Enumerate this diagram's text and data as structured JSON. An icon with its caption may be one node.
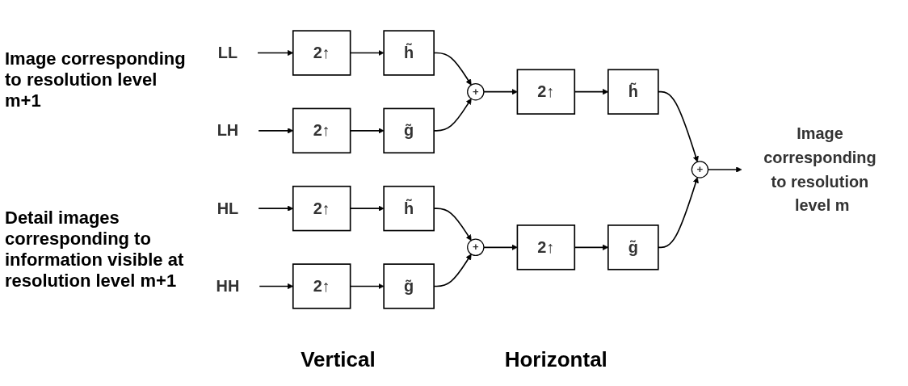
{
  "diagram": {
    "nodes": [
      {
        "text": [
          "LL"
        ]
      },
      {
        "text": [
          "LH"
        ]
      },
      {
        "text": [
          "HL"
        ]
      },
      {
        "text": [
          "HH"
        ]
      },
      {
        "text": [
          "2↑"
        ]
      },
      {
        "text": [
          "h̃"
        ]
      },
      {
        "text": [
          "2↑"
        ]
      },
      {
        "text": [
          "g̃"
        ]
      },
      {
        "text": [
          "2↑"
        ]
      },
      {
        "text": [
          "h̃"
        ]
      },
      {
        "text": [
          "2↑"
        ]
      },
      {
        "text": [
          "g̃"
        ]
      },
      {
        "text": [
          "+"
        ]
      },
      {
        "text": [
          "+"
        ]
      },
      {
        "text": [
          "2↑"
        ]
      },
      {
        "text": [
          "h̃"
        ]
      },
      {
        "text": [
          "2↑"
        ]
      },
      {
        "text": [
          "g̃"
        ]
      },
      {
        "text": [
          "+"
        ]
      },
      {
        "text": [
          "Image corresponding to resolution level m"
        ]
      }
    ],
    "edges": [
      {
        "from": 0,
        "to": 4,
        "arrow": "to"
      },
      {
        "from": 4,
        "to": 5,
        "arrow": "to"
      },
      {
        "from": 5,
        "to": 12,
        "arrow": "to"
      },
      {
        "from": 1,
        "to": 6,
        "arrow": "to"
      },
      {
        "from": 6,
        "to": 7,
        "arrow": "to"
      },
      {
        "from": 7,
        "to": 12,
        "arrow": "to"
      },
      {
        "from": 2,
        "to": 8,
        "arrow": "to"
      },
      {
        "from": 8,
        "to": 9,
        "arrow": "to"
      },
      {
        "from": 9,
        "to": 13,
        "arrow": "to"
      },
      {
        "from": 3,
        "to": 10,
        "arrow": "to"
      },
      {
        "from": 10,
        "to": 11,
        "arrow": "to"
      },
      {
        "from": 11,
        "to": 13,
        "arrow": "to"
      },
      {
        "from": 12,
        "to": 14,
        "arrow": "to"
      },
      {
        "from": 14,
        "to": 15,
        "arrow": "to"
      },
      {
        "from": 15,
        "to": 18,
        "arrow": "to"
      },
      {
        "from": 13,
        "to": 16,
        "arrow": "to"
      },
      {
        "from": 16,
        "to": 17,
        "arrow": "to"
      },
      {
        "from": 17,
        "to": 18,
        "arrow": "to"
      },
      {
        "from": 18,
        "to": 19,
        "arrow": "to"
      }
    ],
    "labels": [
      "Image corresponding to resolution level m+1",
      "Detail images corresponding to information visible at resolution level m+1",
      "Vertical",
      "Horizontal"
    ]
  }
}
